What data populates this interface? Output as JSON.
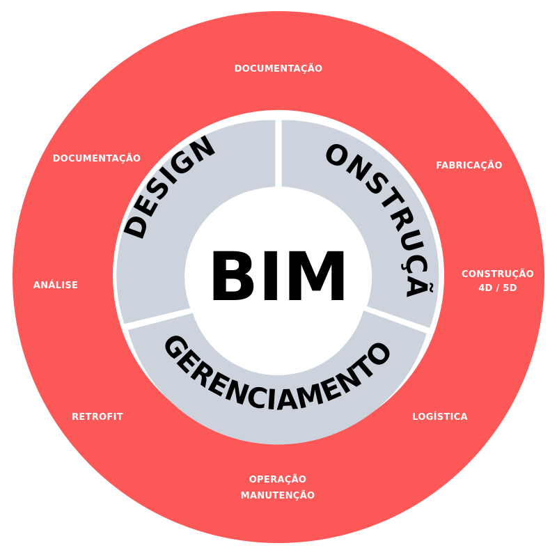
{
  "center": {
    "label": "BIM"
  },
  "segments": {
    "design": "DESIGN",
    "construcao": "CONSTRUÇÃO",
    "gerenciamento": "GERENCIAMENTO"
  },
  "outer_ring": {
    "documentacao_top": "DOCUMENTAÇÃO",
    "fabricacao": "FABRICAÇÃO",
    "construcao_4d_line1": "CONSTRUÇÃO",
    "construcao_4d_line2": "4D / 5D",
    "logistica": "LOGÍSTICA",
    "operacao_line1": "OPERAÇÃO",
    "operacao_line2": "MANUTENÇÃO",
    "retrofit": "RETROFIT",
    "analise": "ANÁLISE",
    "documentacao_left": "DOCUMENTAÇÃO"
  },
  "colors": {
    "outer_ring": "#fd5858",
    "segments": "#ccd3dc",
    "separator": "#ffffff",
    "text_dark": "#000000",
    "text_light": "#ffffff"
  }
}
